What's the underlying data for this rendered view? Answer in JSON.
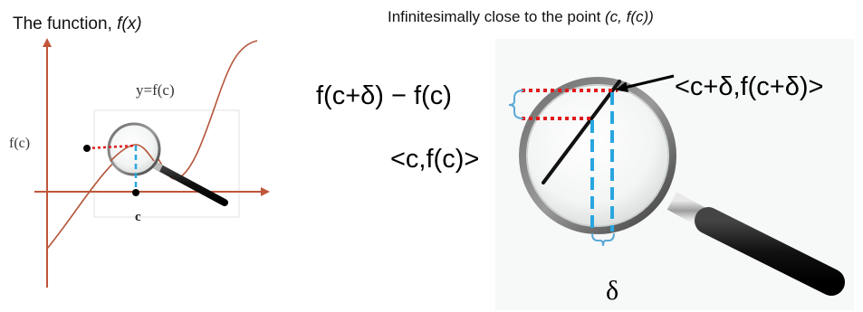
{
  "left_panel": {
    "title_prefix": "The function, ",
    "title_italic": "f(x)",
    "curve_label": "y=f(c)",
    "y_axis_label": "f(c)",
    "x_axis_label": "c"
  },
  "right_panel": {
    "title_prefix": "Infinitesimally close to the point ",
    "title_italic": "(c, f(c))",
    "difference_label": "f(c+δ) − f(c)",
    "near_point_label": "<c+δ,f(c+δ)>",
    "point_label": "<c,f(c)>",
    "delta_label": "δ"
  },
  "colors": {
    "curve": "#b4553a",
    "axis": "#c0553a",
    "red_dotted": "#e01b1b",
    "blue_dashed": "#29a6e0",
    "bracket": "#5aa9d6"
  }
}
